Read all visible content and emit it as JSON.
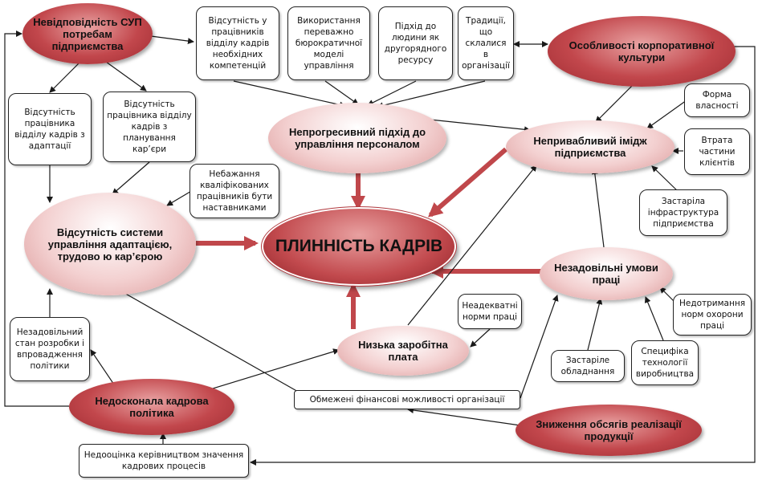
{
  "center": "ПЛИННІСТЬ КАДРІВ",
  "ellipses": {
    "mismatch": "Невідповідність СУП потребам підприємства",
    "culture": "Особливості корпоративної культури",
    "nonprogressive": "Непрогресивний підхід до управління персоналом",
    "image": "Непривабливий імідж підприємства",
    "adaptation": "Відсутність системи управління адаптацією, трудово ю кар’єрою",
    "conditions": "Незадовільні умови праці",
    "salary": "Низька заробітна плата",
    "policy": "Недосконала кадрова політика",
    "sales": "Зниження обсягів реалізації продукції"
  },
  "boxes": {
    "competence": "Відсутність у працівників відділу кадрів необхідних компетенцій",
    "bureaucratic": "Використання переважно бюрократичної моделі управління",
    "secondary": "Підхід до людини як другорядного ресурсу",
    "traditions": "Традиції, що склалися в організації",
    "adapt_worker": "Відсутність працівника відділу кадрів з адаптації",
    "career_worker": "Відсутність працівника відділу кадрів з планування кар’єри",
    "mentors": "Небажання кваліфікованих працівників бути наставниками",
    "ownership": "Форма власності",
    "clients": "Втрата частини клієнтів",
    "infrastructure": "Застаріла інфраструктура підприємства",
    "norms": "Неадекватні норми праці",
    "safety": "Недотримання норм охорони праці",
    "equipment": "Застаріле обладнання",
    "technology": "Специфіка технології виробництва",
    "development": "Незадовільний стан розробки і впровадження політики",
    "finance": "Обмежені фінансові можливості організації",
    "underestimate": "Недооцінка керівництвом значення кадрових процесів"
  },
  "colors": {
    "dark_ellipse": "#c2474c",
    "light_ellipse": "#f3d0d0",
    "thick_arrow": "#c0474b",
    "thin_arrow": "#1a1a1a"
  }
}
